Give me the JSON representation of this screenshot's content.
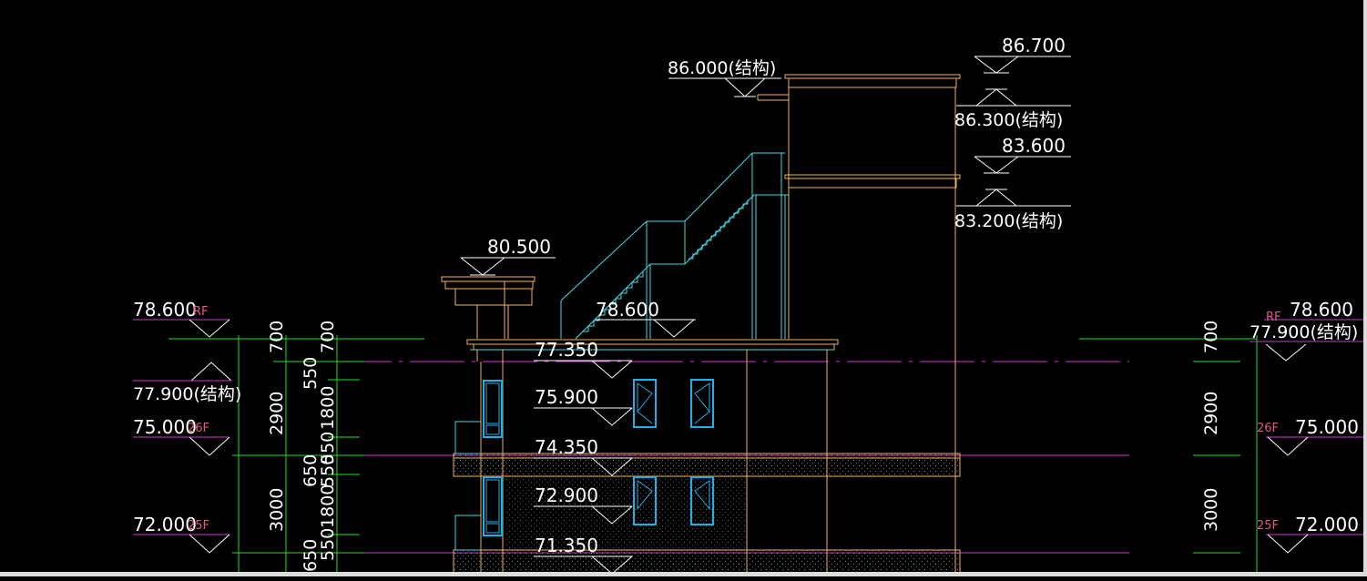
{
  "colors": {
    "background": "#000000",
    "text": "#ffffff",
    "building": "#f2b55a",
    "stair": "#49d7e6",
    "window": "#1fb0e8",
    "grid": "#22e022",
    "level_line": "#d633d6",
    "floor_tag": "#e05a8a",
    "bottom_bar": "#dcdcdc"
  },
  "elevations": {
    "top_86_700": "86.700",
    "top_86_300": "86.300(结构)",
    "roof_86_000": "86.000(结构)",
    "top_83_600": "83.600",
    "top_83_200": "83.200(结构)",
    "stair_80_500": "80.500",
    "mid_78_600": "78.600",
    "mid_77_350": "77.350",
    "mid_75_900": "75.900",
    "mid_74_350": "74.350",
    "mid_72_900": "72.900",
    "mid_71_350": "71.350",
    "left_78_600": "78.600",
    "left_77_900": "77.900(结构)",
    "left_75_000": "75.000",
    "left_72_000": "72.000",
    "right_78_600": "78.600",
    "right_77_900": "77.900(结构)",
    "right_75_000": "75.000",
    "right_72_000": "72.000"
  },
  "floor_tags": {
    "left_rf": "RF",
    "left_26f": "26F",
    "left_25f": "25F",
    "right_rf": "RF",
    "right_26f": "26F",
    "right_25f": "25F"
  },
  "dimensions": {
    "left_outer": [
      "700",
      "2900",
      "3000"
    ],
    "left_inner": [
      "700",
      "550",
      "1800",
      "550",
      "650",
      "550",
      "1800",
      "550",
      "650"
    ],
    "right_outer": [
      "700",
      "2900",
      "3000"
    ]
  }
}
